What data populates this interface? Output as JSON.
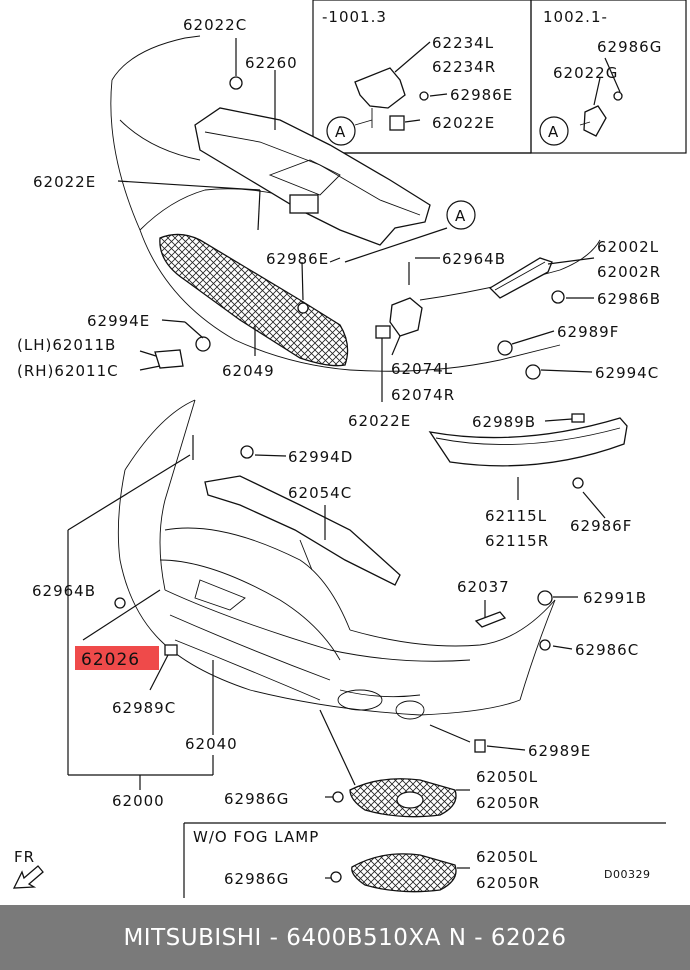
{
  "boxes": {
    "early": "-1001.3",
    "late": "1002.1-",
    "wo_fog": "W/O FOG LAMP"
  },
  "callout_letter": "A",
  "drawing_code": "D00329",
  "direction": "FR",
  "labels": {
    "p62022C": "62022C",
    "p62260": "62260",
    "p62022E_a": "62022E",
    "p62022E_b": "62022E",
    "p62022E_c": "62022E",
    "p62234L": "62234L",
    "p62234R": "62234R",
    "p62986E_box": "62986E",
    "p62986G_box": "62986G",
    "p62022G": "62022G",
    "p62986E": "62986E",
    "p62964B_a": "62964B",
    "p62002L": "62002L",
    "p62002R": "62002R",
    "p62986B": "62986B",
    "p62994E": "62994E",
    "p62011B": "(LH)62011B",
    "p62011C": "(RH)62011C",
    "p62049": "62049",
    "p62074L": "62074L",
    "p62074R": "62074R",
    "p62989F": "62989F",
    "p62994C": "62994C",
    "p62989B": "62989B",
    "p62994D": "62994D",
    "p62054C": "62054C",
    "p62115L": "62115L",
    "p62115R": "62115R",
    "p62986F": "62986F",
    "p62964B_b": "62964B",
    "p62026": "62026",
    "p62037": "62037",
    "p62991B": "62991B",
    "p62986C": "62986C",
    "p62989C": "62989C",
    "p62040": "62040",
    "p62989E": "62989E",
    "p62000": "62000",
    "p62986G_a": "62986G",
    "p62050L_a": "62050L",
    "p62050R_a": "62050R",
    "p62986G_b": "62986G",
    "p62050L_b": "62050L",
    "p62050R_b": "62050R"
  },
  "highlight_color": "#ef4a4a",
  "footer": {
    "text": "MITSUBISHI - 6400B510XA     N - 62026",
    "background": "#7a7a7a"
  }
}
